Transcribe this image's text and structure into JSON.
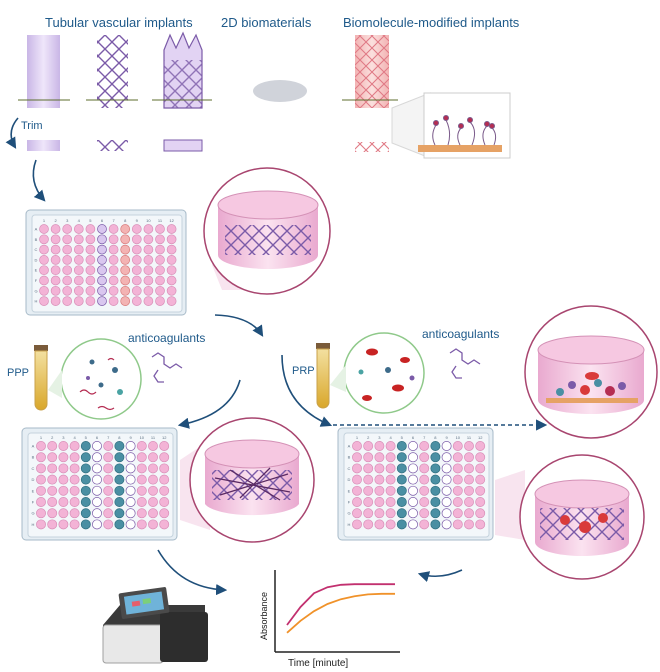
{
  "headers": {
    "tubular": "Tubular vascular implants",
    "biomaterials_2d": "2D biomaterials",
    "biomolecule": "Biomolecule-modified implants"
  },
  "labels": {
    "trim": "Trim",
    "anticoagulants_left": "anticoagulants",
    "anticoagulants_right": "anticoagulants",
    "ppp": "PPP",
    "prp": "PRP"
  },
  "plate": {
    "rows": [
      "A",
      "B",
      "C",
      "D",
      "E",
      "F",
      "G",
      "H"
    ],
    "cols": [
      "1",
      "2",
      "3",
      "4",
      "5",
      "6",
      "7",
      "8",
      "9",
      "10",
      "11",
      "12"
    ]
  },
  "chart_data": {
    "type": "line",
    "xlabel": "Time  [minute]",
    "ylabel": "Absorbance",
    "series": [
      {
        "color": "#c2306f",
        "values": [
          0.25,
          0.55,
          0.78,
          0.88,
          0.92,
          0.93,
          0.93,
          0.93,
          0.93
        ]
      },
      {
        "color": "#f0922a",
        "values": [
          0.12,
          0.32,
          0.48,
          0.6,
          0.68,
          0.73,
          0.76,
          0.77,
          0.77
        ]
      }
    ]
  },
  "colors": {
    "title": "#1f5a8a",
    "well_pink": "#f3b3d6",
    "well_teal": "#4a8fa3",
    "purple": "#7b5ba8",
    "arrow": "#1f4f7a"
  }
}
